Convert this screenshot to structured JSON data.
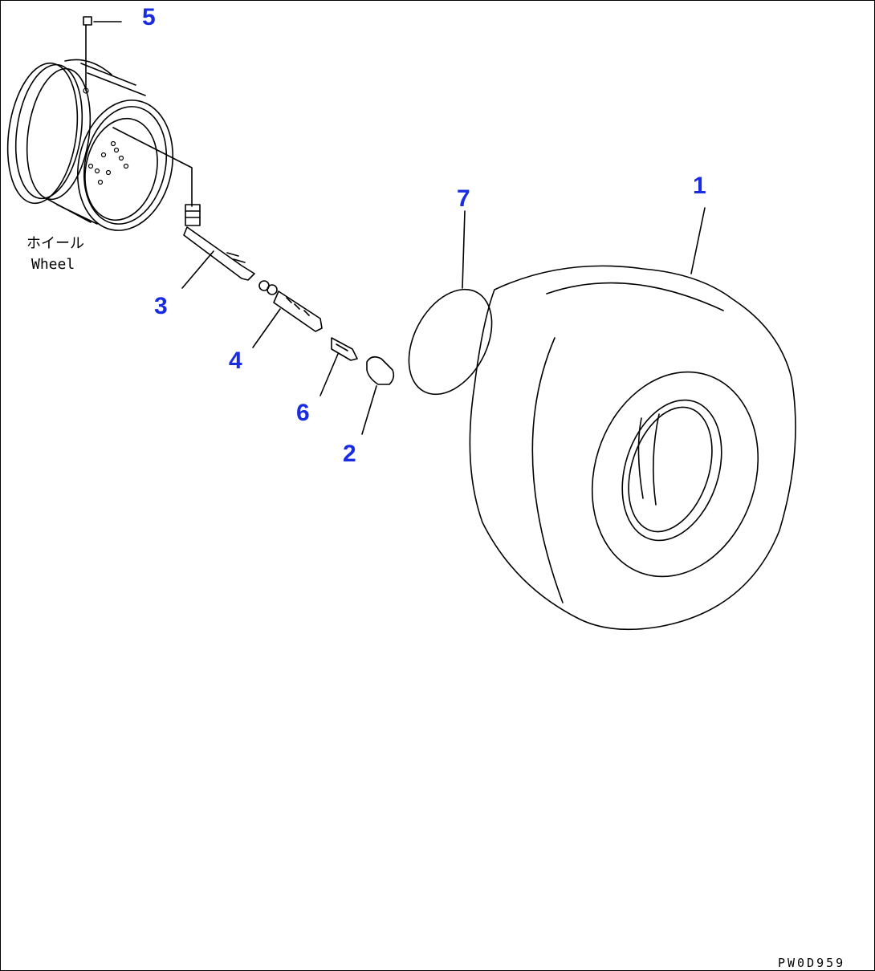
{
  "callouts": {
    "c1": "1",
    "c2": "2",
    "c3": "3",
    "c4": "4",
    "c5": "5",
    "c6": "6",
    "c7": "7"
  },
  "wheel_label": {
    "jp": "ホイール",
    "en": "Wheel"
  },
  "drawing_code": "PW0D959",
  "colors": {
    "callout": "#1a2ce0",
    "linework": "#000000"
  }
}
